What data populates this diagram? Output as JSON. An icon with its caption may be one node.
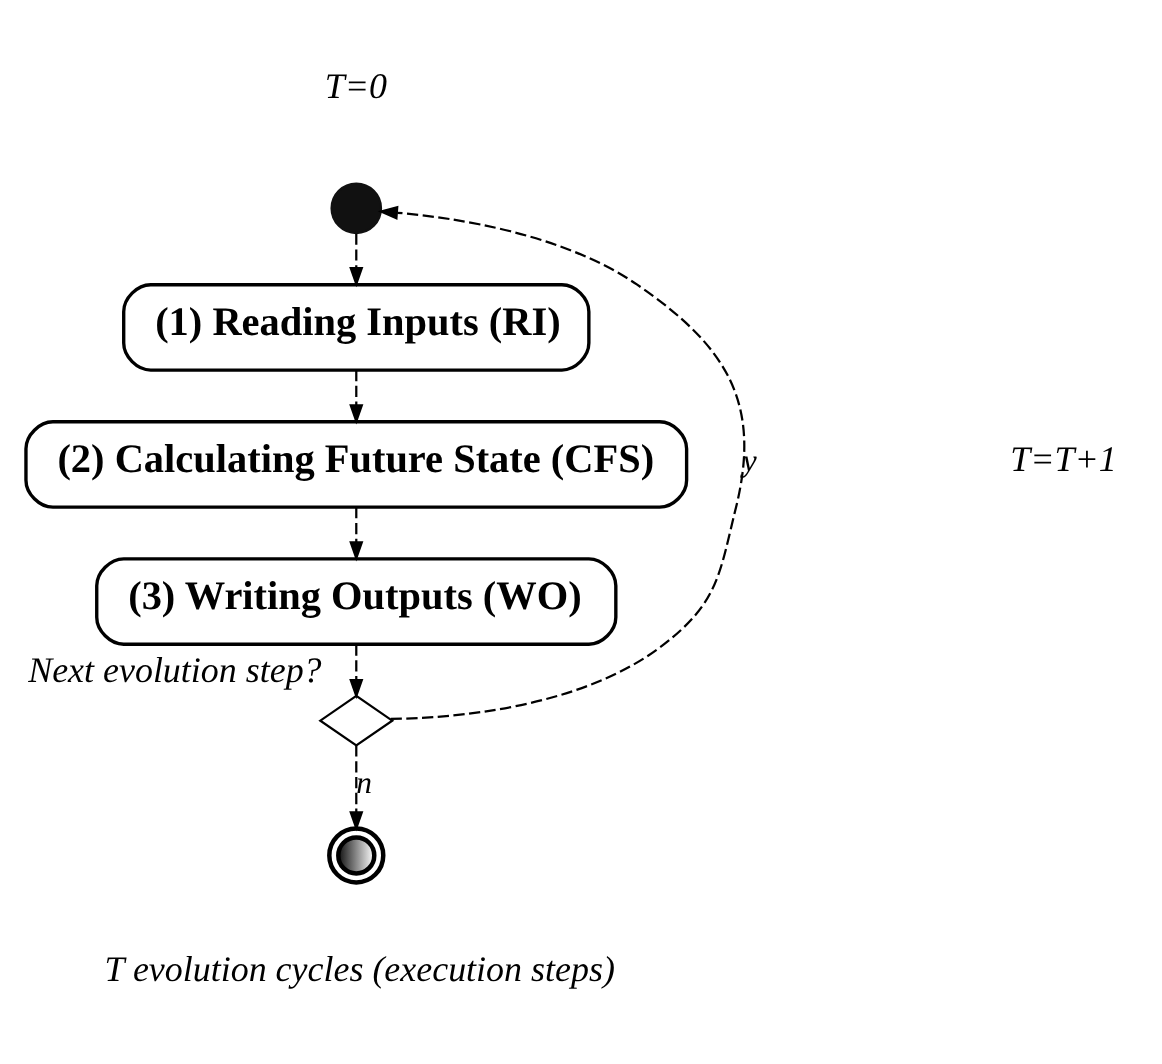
{
  "diagram": {
    "nodes": [
      {
        "text": [],
        "shape": "circle"
      },
      {
        "text": [
          "(1) Reading Inputs (RI)"
        ]
      },
      {
        "text": [
          "(2) Calculating Future State (CFS)"
        ]
      },
      {
        "text": [
          "(3) Writing Outputs (WO)"
        ]
      },
      {
        "text": [],
        "shape": "diamond",
        "beside": [
          "Next evolution step?"
        ]
      },
      {
        "text": [],
        "shape": "circle"
      }
    ],
    "edges": [
      {
        "from": 0,
        "to": 1,
        "arrow": "to",
        "style": "dashed"
      },
      {
        "from": 1,
        "to": 2,
        "arrow": "to",
        "style": "dashed"
      },
      {
        "from": 2,
        "to": 3,
        "arrow": "to",
        "style": "dashed"
      },
      {
        "from": 3,
        "to": 4,
        "arrow": "to",
        "style": "dashed"
      },
      {
        "from": 4,
        "to": 5,
        "label": "n",
        "arrow": "to",
        "style": "dashed"
      },
      {
        "from": 4,
        "to": 0,
        "label": "y",
        "arrow": "to",
        "style": "dashed"
      }
    ],
    "labels": [
      "T=0",
      "T=T+1",
      "T evolution cycles (execution steps)"
    ]
  }
}
